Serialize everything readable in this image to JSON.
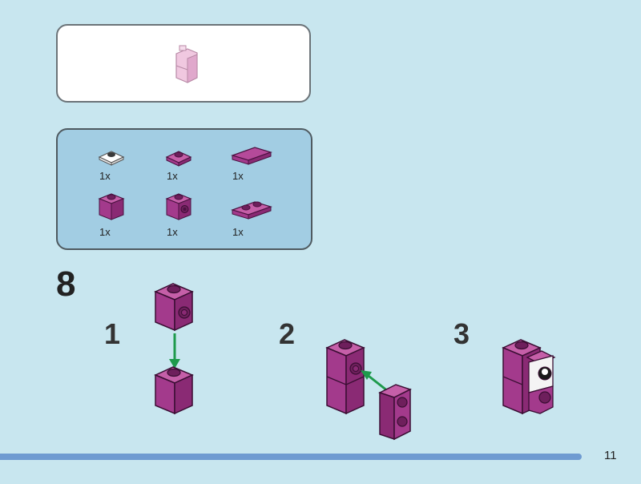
{
  "colors": {
    "background": "#c8e6ef",
    "magenta": "#a33a8c",
    "magenta_dark": "#6e1f5c",
    "magenta_light": "#c55fa8",
    "pink": "#f0c8e0",
    "arrow": "#1e9a4c",
    "progress": "#6f9bd1"
  },
  "parts_list": [
    {
      "name": "white-plate-1x1",
      "qty": "1x"
    },
    {
      "name": "magenta-plate-1x1",
      "qty": "1x"
    },
    {
      "name": "magenta-tile-1x2",
      "qty": "1x"
    },
    {
      "name": "magenta-brick-1x1",
      "qty": "1x"
    },
    {
      "name": "magenta-brick-1x1-side-stud",
      "qty": "1x"
    },
    {
      "name": "magenta-plate-1x2",
      "qty": "1x"
    }
  ],
  "step": {
    "number": "8",
    "substeps": [
      "1",
      "2",
      "3"
    ]
  },
  "page": {
    "number": "11"
  }
}
